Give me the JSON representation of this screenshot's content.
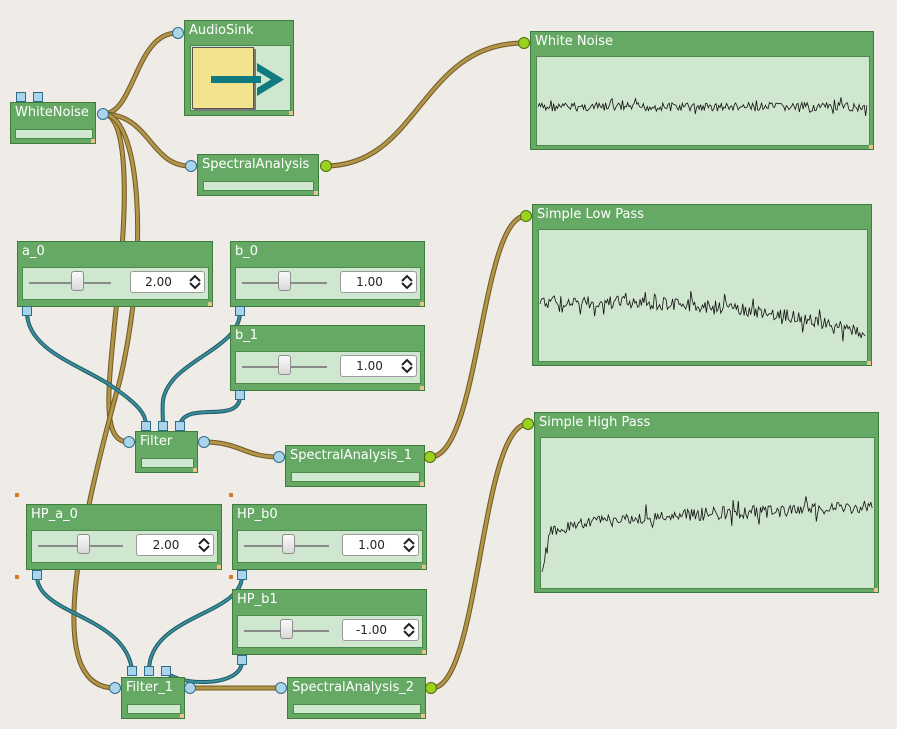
{
  "nodes": {
    "white_noise": {
      "title": "WhiteNoise"
    },
    "audio_sink": {
      "title": "AudioSink"
    },
    "spectral_analysis": {
      "title": "SpectralAnalysis"
    },
    "spectral_analysis_1": {
      "title": "SpectralAnalysis_1"
    },
    "spectral_analysis_2": {
      "title": "SpectralAnalysis_2"
    },
    "filter": {
      "title": "Filter"
    },
    "filter_1": {
      "title": "Filter_1"
    }
  },
  "sliders": {
    "a_0": {
      "title": "a_0",
      "value": "2.00"
    },
    "b_0": {
      "title": "b_0",
      "value": "1.00"
    },
    "b_1": {
      "title": "b_1",
      "value": "1.00"
    },
    "hp_a_0": {
      "title": "HP_a_0",
      "value": "2.00"
    },
    "hp_b0": {
      "title": "HP_b0",
      "value": "1.00"
    },
    "hp_b1": {
      "title": "HP_b1",
      "value": "-1.00"
    }
  },
  "plots": {
    "white_noise": {
      "title": "White Noise"
    },
    "low_pass": {
      "title": "Simple Low Pass"
    },
    "high_pass": {
      "title": "Simple High Pass"
    }
  },
  "colors": {
    "node_fill": "#65a965",
    "panel_fill": "#cfe6cf",
    "audio_wire": "#a88a3d",
    "control_wire": "#2f7f8c",
    "canvas": "#efece7",
    "play_button": "#f2e38e",
    "play_arrow": "#0f7b80"
  },
  "icons": {
    "audio_sink_button": "play-arrow-icon"
  }
}
